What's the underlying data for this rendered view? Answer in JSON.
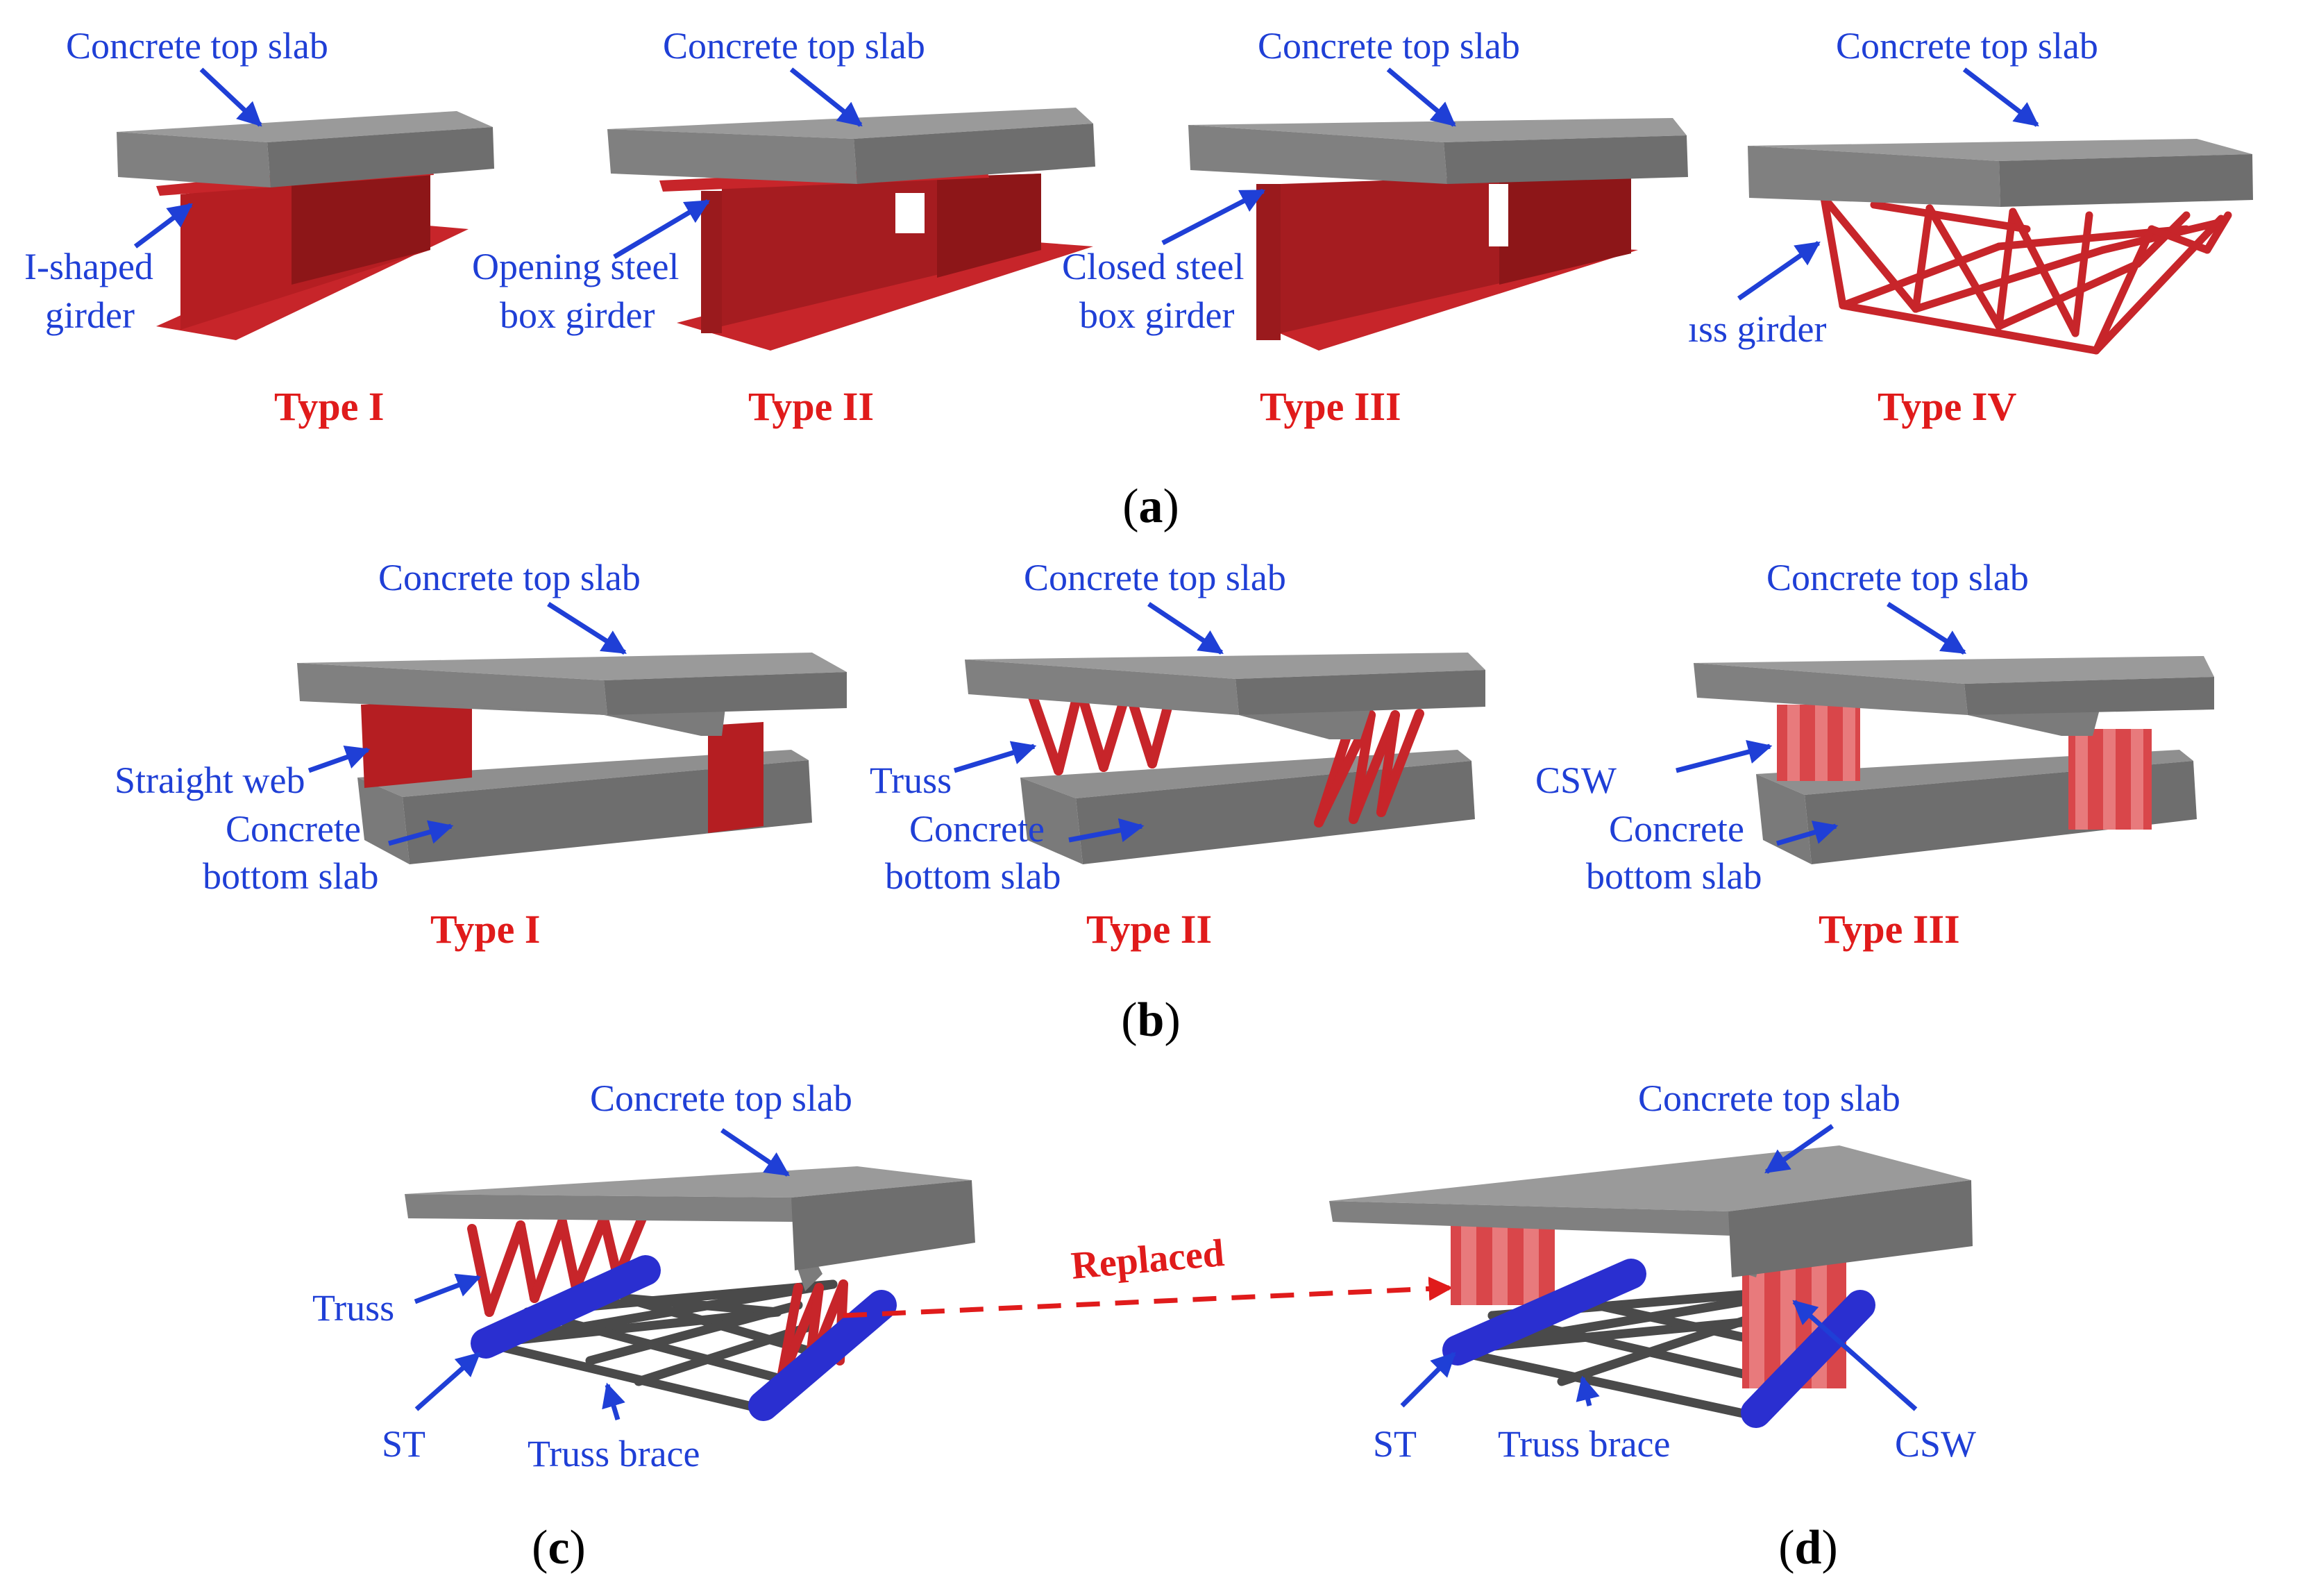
{
  "colors": {
    "label_blue": "#1f3fd6",
    "type_red": "#e01b1b",
    "concrete_top": "#8a8a8a",
    "concrete_side": "#707070",
    "steel_red": "#b51e22",
    "steel_red_dark": "#8d1618",
    "tube_blue": "#2a2fd0"
  },
  "panel_a": {
    "caption_open": "(",
    "caption_letter": "a",
    "caption_close": ")",
    "items": [
      {
        "type": "Type I",
        "top_label": "Concrete top slab",
        "girder_label_1": "I-shaped",
        "girder_label_2": "girder"
      },
      {
        "type": "Type II",
        "top_label": "Concrete top slab",
        "girder_label_1": "Opening steel",
        "girder_label_2": "box girder"
      },
      {
        "type": "Type III",
        "top_label": "Concrete top slab",
        "girder_label_1": "Closed steel",
        "girder_label_2": "box girder"
      },
      {
        "type": "Type IV",
        "top_label": "Concrete top slab",
        "girder_label_1": "ıss girder"
      }
    ]
  },
  "panel_b": {
    "caption_open": "(",
    "caption_letter": "b",
    "caption_close": ")",
    "items": [
      {
        "type": "Type I",
        "top_label": "Concrete top slab",
        "web_label": "Straight web",
        "bottom_label_1": "Concrete",
        "bottom_label_2": "bottom slab"
      },
      {
        "type": "Type II",
        "top_label": "Concrete top slab",
        "web_label": "Truss",
        "bottom_label_1": "Concrete",
        "bottom_label_2": "bottom slab"
      },
      {
        "type": "Type III",
        "top_label": "Concrete top slab",
        "web_label": "CSW",
        "bottom_label_1": "Concrete",
        "bottom_label_2": "bottom slab"
      }
    ]
  },
  "panel_c": {
    "caption_open": "(",
    "caption_letter": "c",
    "caption_close": ")",
    "top_label": "Concrete top slab",
    "truss_label": "Truss",
    "st_label": "ST",
    "brace_label": "Truss brace"
  },
  "panel_d": {
    "caption_open": "(",
    "caption_letter": "d",
    "caption_close": ")",
    "top_label": "Concrete top slab",
    "st_label": "ST",
    "brace_label": "Truss brace",
    "csw_label": "CSW"
  },
  "replaced_label": "Replaced"
}
